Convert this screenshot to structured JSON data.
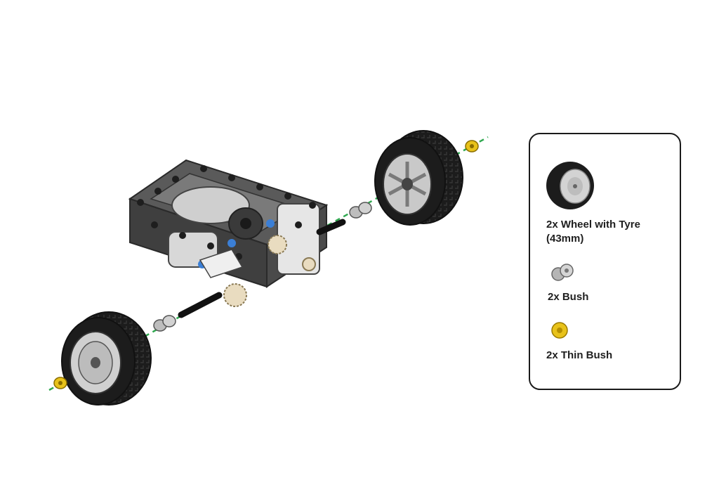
{
  "parts_list": {
    "items": [
      {
        "name": "2x Wheel with Tyre",
        "detail": "(43mm)",
        "icon": "wheel-with-tyre-icon"
      },
      {
        "name": "2x Bush",
        "icon": "bush-icon"
      },
      {
        "name": "2x Thin Bush",
        "icon": "thin-bush-icon"
      }
    ]
  },
  "colors": {
    "axis_line": "#2fa84f",
    "tyre": "#1c1c1c",
    "rim": "#c9c9c9",
    "frame": "#555555",
    "bush_yellow": "#e8c21a",
    "bush_grey": "#bdbdbd",
    "pin_blue": "#3b7fd6"
  }
}
